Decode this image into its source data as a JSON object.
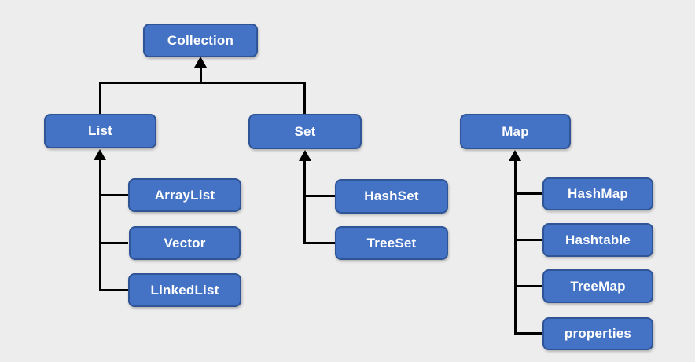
{
  "diagram": {
    "title": "Java Collection Framework hierarchy",
    "type": "class-hierarchy-diagram"
  },
  "colors": {
    "background": "#ededed",
    "box_fill": "#4472c4",
    "box_border": "#2f5597",
    "line": "#000000",
    "text": "#ffffff"
  },
  "nodes": {
    "collection": {
      "label": "Collection"
    },
    "list": {
      "label": "List"
    },
    "set": {
      "label": "Set"
    },
    "map": {
      "label": "Map"
    },
    "arraylist": {
      "label": "ArrayList"
    },
    "vector": {
      "label": "Vector"
    },
    "linkedlist": {
      "label": "LinkedList"
    },
    "hashset": {
      "label": "HashSet"
    },
    "treeset": {
      "label": "TreeSet"
    },
    "hashmap": {
      "label": "HashMap"
    },
    "hashtable": {
      "label": "Hashtable"
    },
    "treemap": {
      "label": "TreeMap"
    },
    "properties": {
      "label": "properties"
    }
  },
  "edges": [
    {
      "from": "List",
      "to": "Collection"
    },
    {
      "from": "Set",
      "to": "Collection"
    },
    {
      "from": "ArrayList",
      "to": "List"
    },
    {
      "from": "Vector",
      "to": "List"
    },
    {
      "from": "LinkedList",
      "to": "List"
    },
    {
      "from": "HashSet",
      "to": "Set"
    },
    {
      "from": "TreeSet",
      "to": "Set"
    },
    {
      "from": "HashMap",
      "to": "Map"
    },
    {
      "from": "Hashtable",
      "to": "Map"
    },
    {
      "from": "TreeMap",
      "to": "Map"
    },
    {
      "from": "properties",
      "to": "Map"
    }
  ]
}
